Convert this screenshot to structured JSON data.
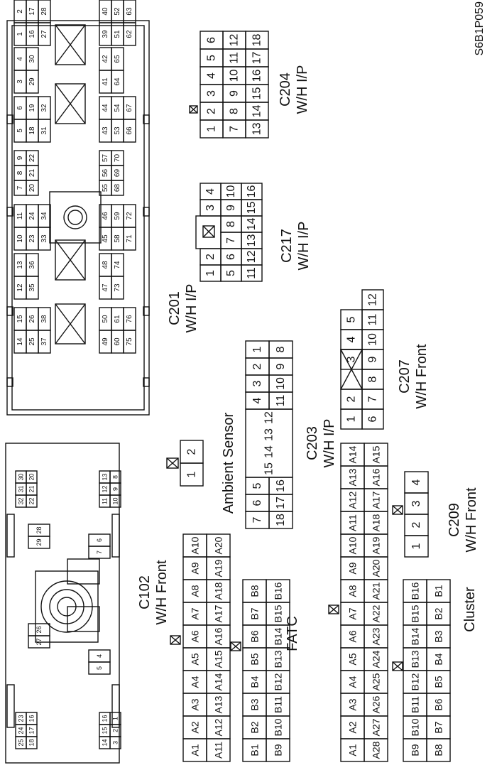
{
  "drawing_code": "S6B1P059",
  "connectors": {
    "c201": {
      "name": "C201",
      "harness": "W/H I/P",
      "inner_groups": [
        [
          [
            "1",
            "2"
          ],
          [
            "16",
            "17"
          ],
          [
            "27",
            "28"
          ]
        ],
        [
          [
            "3",
            "4"
          ],
          [
            "29",
            "30"
          ]
        ],
        [
          [
            "5",
            "6"
          ],
          [
            "18",
            "19"
          ],
          [
            "31",
            "32"
          ]
        ],
        [
          [
            "7",
            "8",
            "9"
          ],
          [
            "20",
            "21",
            "22"
          ]
        ],
        [
          [
            "10",
            "11"
          ],
          [
            "23",
            "24"
          ],
          [
            "33",
            "34"
          ]
        ],
        [
          [
            "12",
            "13"
          ],
          [
            "35",
            "36"
          ]
        ],
        [
          [
            "14",
            "15"
          ],
          [
            "25",
            "26"
          ],
          [
            "37",
            "38"
          ]
        ]
      ],
      "outer_groups": [
        [
          [
            "39",
            "40"
          ],
          [
            "51",
            "52"
          ],
          [
            "62",
            "63"
          ]
        ],
        [
          [
            "41",
            "42"
          ],
          [
            "64",
            "65"
          ]
        ],
        [
          [
            "43",
            "44"
          ],
          [
            "53",
            "54"
          ],
          [
            "66",
            "67"
          ]
        ],
        [
          [
            "55",
            "56",
            "57"
          ],
          [
            "68",
            "69",
            "70"
          ]
        ],
        [
          [
            "45",
            "46"
          ],
          [
            "58",
            "59"
          ],
          [
            "71",
            "72"
          ]
        ],
        [
          [
            "47",
            "48"
          ],
          [
            "73",
            "74"
          ]
        ],
        [
          [
            "49",
            "50"
          ],
          [
            "60",
            "61"
          ],
          [
            "75",
            "76"
          ]
        ]
      ]
    },
    "c204": {
      "name": "C204",
      "harness": "W/H I/P",
      "rows": [
        [
          "1",
          "2",
          "3",
          "4",
          "5",
          "6"
        ],
        [
          "7",
          "8",
          "9",
          "10",
          "11",
          "12"
        ],
        [
          "13",
          "14",
          "15",
          "16",
          "17",
          "18"
        ]
      ]
    },
    "c217": {
      "name": "C217",
      "harness": "W/H I/P",
      "rows": [
        [
          "1",
          "2",
          "",
          "",
          "3",
          "4"
        ],
        [
          "5",
          "6",
          "7",
          "8",
          "9",
          "10"
        ],
        [
          "11",
          "12",
          "13",
          "14",
          "15",
          "16"
        ]
      ]
    },
    "ambient": {
      "name": "Ambient Sensor",
      "pins": [
        "1",
        "2"
      ]
    },
    "c203": {
      "name": "C203",
      "harness": "W/H I/P",
      "left_rows": [
        [
          "7",
          "6",
          "5"
        ],
        [
          "18",
          "17",
          "16"
        ]
      ],
      "mid_pins": [
        "15",
        "14",
        "13",
        "12"
      ],
      "right_rows": [
        [
          "4",
          "3",
          "2",
          "1"
        ],
        [
          "11",
          "10",
          "9",
          "8"
        ]
      ]
    },
    "c207": {
      "name": "C207",
      "harness": "W/H Front",
      "rows": [
        [
          "1",
          "2",
          "",
          "3",
          "4",
          "5"
        ],
        [
          "6",
          "7",
          "8",
          "9",
          "10",
          "11",
          "12"
        ]
      ]
    },
    "c102": {
      "name": "C102",
      "harness": "W/H Front",
      "top_left": [
        [
          "25",
          "24",
          "23"
        ],
        [
          "18",
          "17",
          "16"
        ]
      ],
      "top_right": [
        [
          "32",
          "31",
          "30"
        ],
        [
          "22",
          "21",
          "20"
        ]
      ],
      "mid_left": [
        "27",
        "26"
      ],
      "mid_right": [
        "29",
        "28"
      ],
      "bot_left": [
        [
          "14",
          "15",
          "16"
        ],
        [
          "3",
          "2",
          "1"
        ]
      ],
      "bot_left_mid": [
        "5",
        "4"
      ],
      "bot_right_mid": [
        "7",
        "6"
      ],
      "bot_right": [
        [
          "11",
          "12",
          "13"
        ],
        [
          "10",
          "9",
          "8"
        ]
      ]
    },
    "fatc_a": {
      "rows": [
        [
          "A1",
          "A2",
          "A3",
          "A4",
          "A5",
          "A6",
          "A7",
          "A8",
          "A9",
          "A10"
        ],
        [
          "A11",
          "A12",
          "A13",
          "A14",
          "A15",
          "A16",
          "A17",
          "A18",
          "A19",
          "A20"
        ]
      ]
    },
    "fatc_b": {
      "name": "FATC",
      "rows": [
        [
          "B1",
          "B2",
          "B3",
          "B4",
          "B5",
          "B6",
          "B7",
          "B8"
        ],
        [
          "B9",
          "B10",
          "B11",
          "B12",
          "B13",
          "B14",
          "B15",
          "B16"
        ]
      ]
    },
    "cluster_a": {
      "rows": [
        [
          "A1",
          "A2",
          "A3",
          "A4",
          "A5",
          "A6",
          "A7",
          "A8",
          "A9",
          "A10",
          "A11",
          "A12",
          "A13",
          "A14"
        ],
        [
          "A28",
          "A27",
          "A26",
          "A25",
          "A24",
          "A23",
          "A22",
          "A21",
          "A20",
          "A19",
          "A18",
          "A17",
          "A16",
          "A15"
        ]
      ]
    },
    "cluster_b": {
      "name": "Cluster",
      "rows": [
        [
          "B9",
          "B10",
          "B11",
          "B12",
          "B13",
          "B14",
          "B15",
          "B16"
        ],
        [
          "B8",
          "B7",
          "B6",
          "B5",
          "B4",
          "B3",
          "B2",
          "B1"
        ]
      ]
    },
    "c209": {
      "name": "C209",
      "harness": "W/H Front",
      "pins": [
        "1",
        "2",
        "3",
        "4"
      ]
    }
  }
}
